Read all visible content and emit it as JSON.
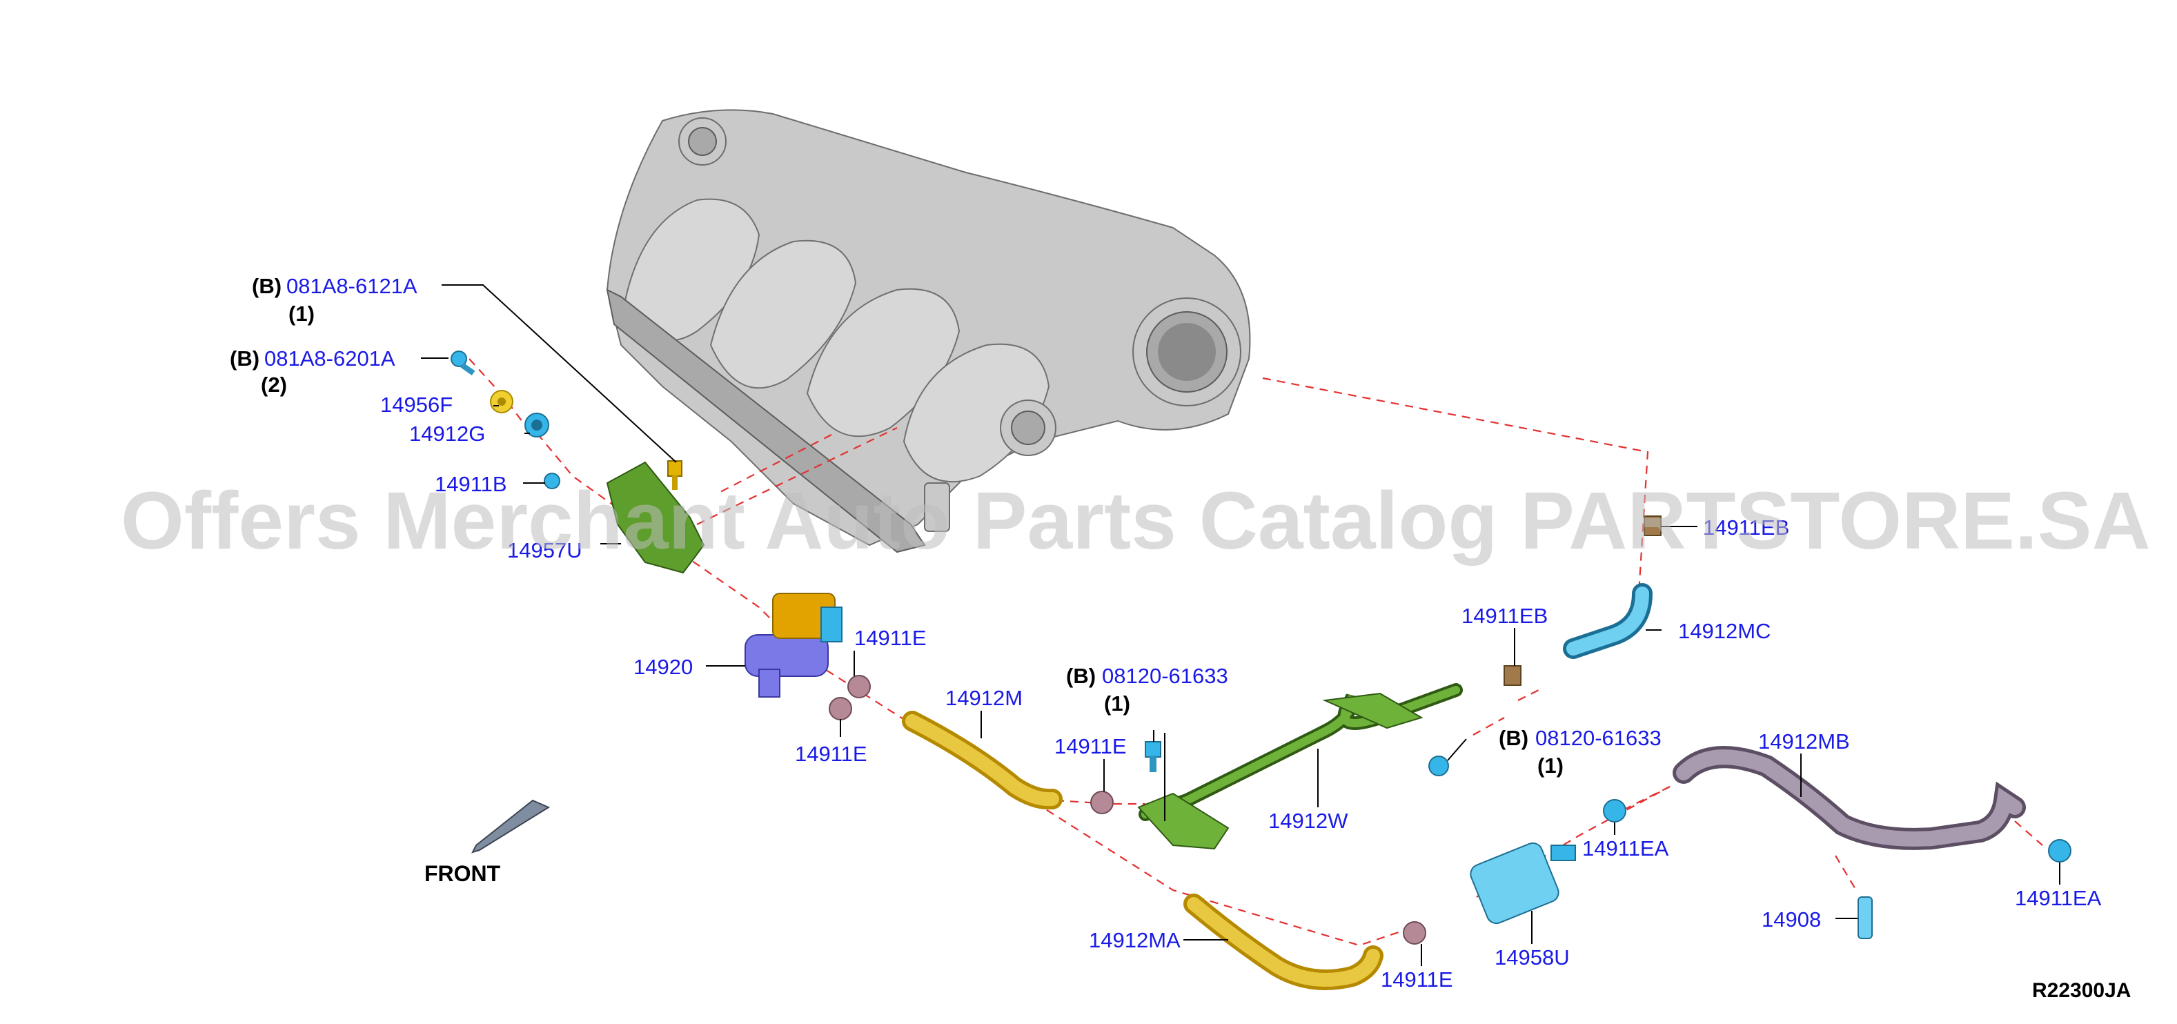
{
  "watermark": "Offers Merchant Auto Parts Catalog PARTSTORE.SA",
  "diagram_code": "R22300JA",
  "front_label": "FRONT",
  "callouts": [
    {
      "prefix": "(B)",
      "part": "081A8-6121A",
      "qty": "(1)"
    },
    {
      "prefix": "(B)",
      "part": "081A8-6201A",
      "qty": "(2)"
    },
    {
      "prefix": "",
      "part": "14956F",
      "qty": ""
    },
    {
      "prefix": "",
      "part": "14912G",
      "qty": ""
    },
    {
      "prefix": "",
      "part": "14911B",
      "qty": ""
    },
    {
      "prefix": "",
      "part": "14957U",
      "qty": ""
    },
    {
      "prefix": "",
      "part": "14920",
      "qty": ""
    },
    {
      "prefix": "",
      "part": "14911E",
      "qty": ""
    },
    {
      "prefix": "",
      "part": "14911E",
      "qty": ""
    },
    {
      "prefix": "",
      "part": "14912M",
      "qty": ""
    },
    {
      "prefix": "(B)",
      "part": "08120-61633",
      "qty": "(1)"
    },
    {
      "prefix": "",
      "part": "14911E",
      "qty": ""
    },
    {
      "prefix": "",
      "part": "14912W",
      "qty": ""
    },
    {
      "prefix": "",
      "part": "14911EB",
      "qty": ""
    },
    {
      "prefix": "",
      "part": "14912MC",
      "qty": ""
    },
    {
      "prefix": "",
      "part": "14911EB",
      "qty": ""
    },
    {
      "prefix": "(B)",
      "part": "08120-61633",
      "qty": "(1)"
    },
    {
      "prefix": "",
      "part": "14912MB",
      "qty": ""
    },
    {
      "prefix": "",
      "part": "14911EA",
      "qty": ""
    },
    {
      "prefix": "",
      "part": "14958U",
      "qty": ""
    },
    {
      "prefix": "",
      "part": "14908",
      "qty": ""
    },
    {
      "prefix": "",
      "part": "14911EA",
      "qty": ""
    },
    {
      "prefix": "",
      "part": "14912MA",
      "qty": ""
    },
    {
      "prefix": "",
      "part": "14911E",
      "qty": ""
    }
  ],
  "colors": {
    "part_label": "#1a1ae6",
    "dash_line": "#e53030",
    "manifold": "#c9c9c9",
    "bracket_green": "#5e9e2c",
    "tube_yellow": "#e2b300",
    "hose_blue": "#36b6e8",
    "canister_blue": "#4aa3e0",
    "valve_purple": "#7b78e8",
    "hose_mauve": "#9a8aa2",
    "clamp_rose": "#b58a96",
    "clamp_brown": "#a07a4a"
  }
}
